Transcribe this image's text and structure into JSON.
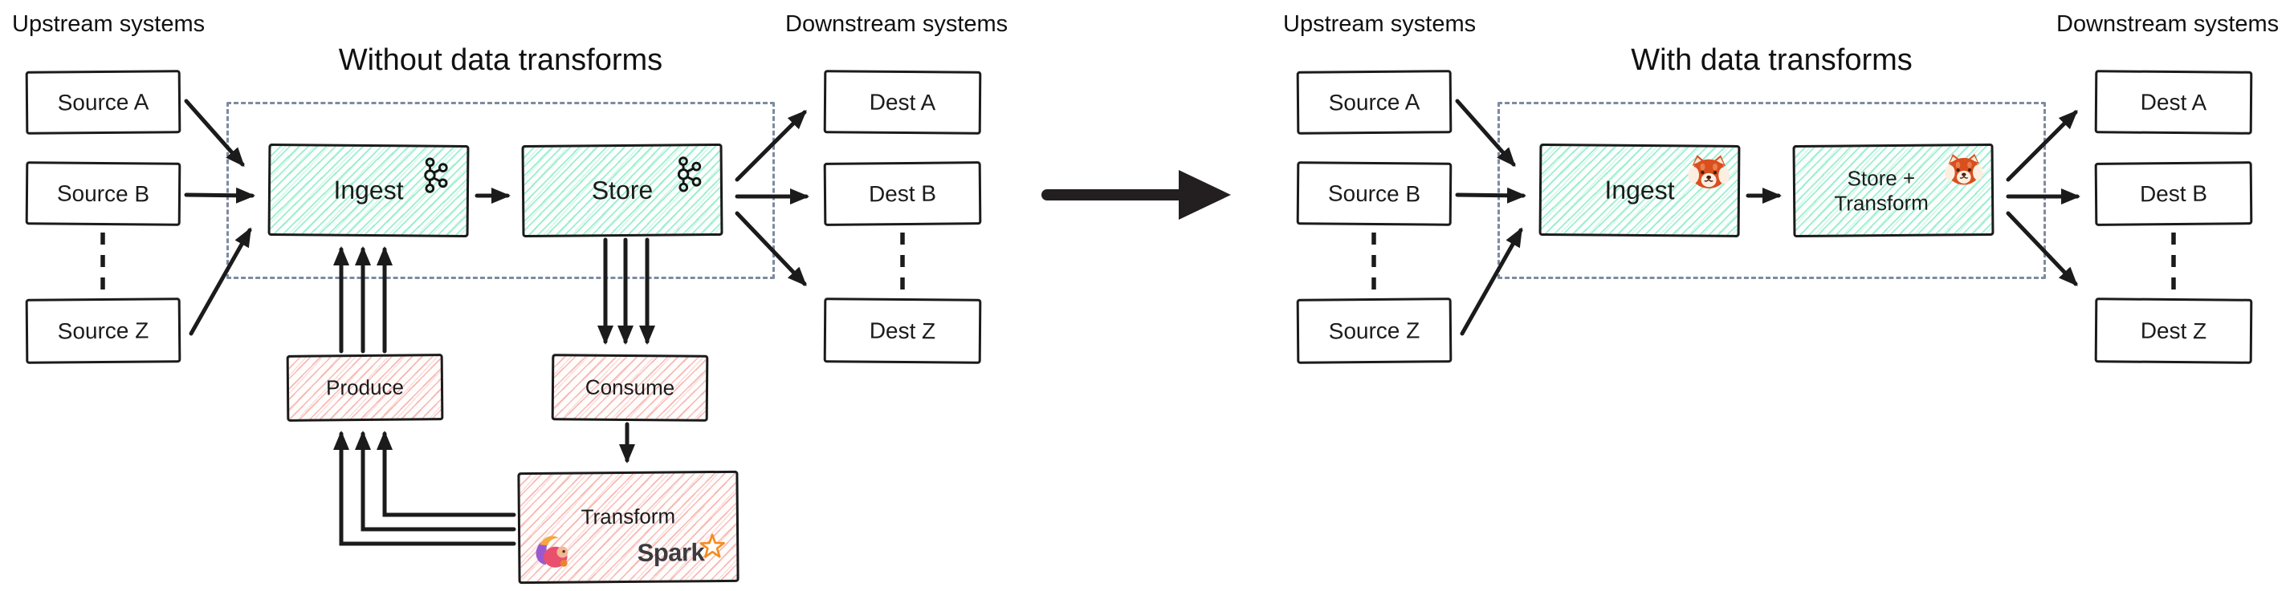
{
  "left": {
    "upstream_header": "Upstream systems",
    "downstream_header": "Downstream systems",
    "title": "Without data transforms",
    "sources": [
      "Source A",
      "Source B",
      "Source Z"
    ],
    "dests": [
      "Dest A",
      "Dest B",
      "Dest Z"
    ],
    "ingest": "Ingest",
    "store": "Store",
    "produce": "Produce",
    "consume": "Consume",
    "transform": "Transform",
    "spark_wordmark": "Spark"
  },
  "right": {
    "upstream_header": "Upstream systems",
    "downstream_header": "Downstream systems",
    "title": "With data transforms",
    "sources": [
      "Source A",
      "Source B",
      "Source Z"
    ],
    "dests": [
      "Dest A",
      "Dest B",
      "Dest Z"
    ],
    "ingest": "Ingest",
    "store_transform_line1": "Store +",
    "store_transform_line2": "Transform"
  },
  "icons": {
    "kafka": "kafka-logo",
    "red_panda": "red-panda-emoji",
    "flink": "flink-squirrel-logo",
    "spark_star": "spark-star"
  },
  "colors": {
    "teal_fill": "#fcfffd",
    "teal_hatch": "#7de9c3",
    "pink_fill": "#fffcfc",
    "pink_hatch": "#f4a9a1",
    "ink": "#1b1b1b",
    "dashed_frame": "#7d8ba1",
    "spark_orange": "#f68b1e",
    "spark_gray": "#3d3b3f"
  }
}
